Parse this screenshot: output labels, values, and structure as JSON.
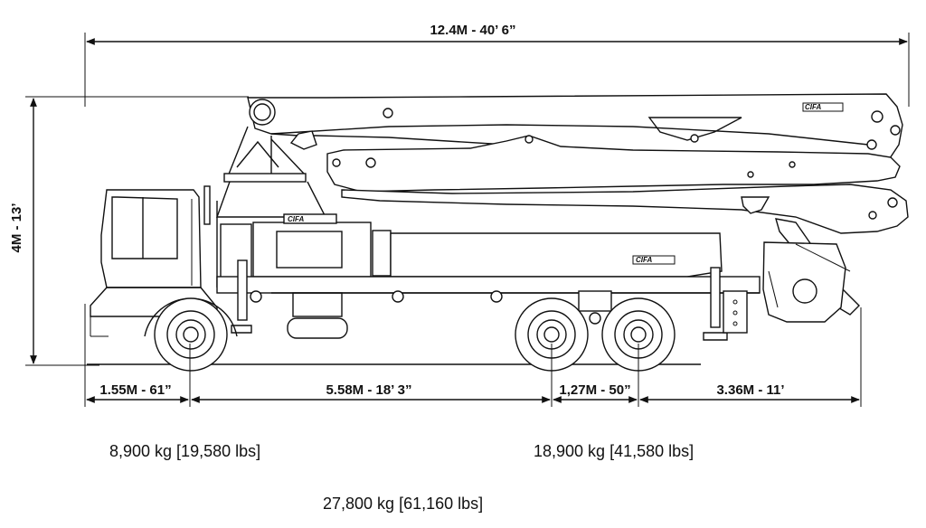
{
  "dimensions": {
    "overall_length": "12.4M - 40’ 6”",
    "height": "4M - 13’",
    "front_overhang": "1.55M - 61”",
    "wheelbase": "5.58M - 18’ 3”",
    "tandem_spacing": "1,27M - 50”",
    "rear_overhang": "3.36M - 11’"
  },
  "weights": {
    "front_axle": "8,900 kg [19,580 lbs]",
    "rear_axles": "18,900 kg [41,580 lbs]",
    "total": "27,800 kg [61,160 lbs]"
  }
}
